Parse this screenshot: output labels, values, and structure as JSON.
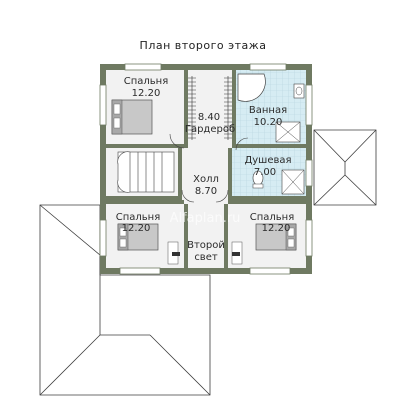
{
  "title": "План второго этажа",
  "rooms": {
    "bedroom_top": {
      "name": "Спальня",
      "area": "12.20"
    },
    "wardrobe": {
      "name": "Гардероб",
      "area": "8.40"
    },
    "bathroom": {
      "name": "Ванная",
      "area": "10.20"
    },
    "shower": {
      "name": "Душевая",
      "area": "7.00"
    },
    "hall": {
      "name": "Холл",
      "area": "8.70"
    },
    "bedroom_left": {
      "name": "Спальня",
      "area": "12.20"
    },
    "bedroom_right": {
      "name": "Спальня",
      "area": "12.20"
    },
    "second_light": {
      "line1": "Второй",
      "line2": "свет"
    }
  },
  "watermark": "Alfaplan.ru",
  "colors": {
    "wall": "#6f7a62",
    "floor": "#f2f2f2",
    "wet_floor": "#d6ecf3",
    "roof_line": "#3c3c3c",
    "bed": "#c8c8c8"
  }
}
